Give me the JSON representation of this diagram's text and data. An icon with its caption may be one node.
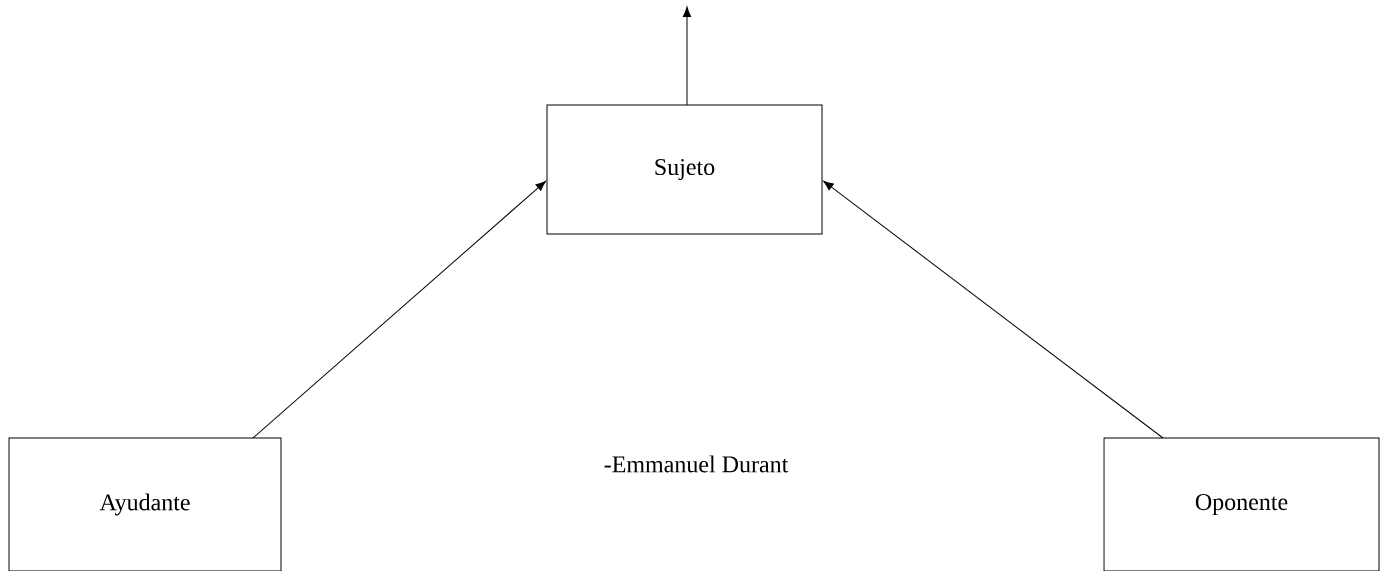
{
  "diagram": {
    "nodes": [
      {
        "text": [
          "Sujeto"
        ]
      },
      {
        "text": [
          "Ayudante"
        ]
      },
      {
        "text": [
          "Oponente"
        ]
      }
    ],
    "edges": [
      {
        "from": 0,
        "to": null,
        "arrow": "to"
      },
      {
        "from": 1,
        "to": 0,
        "arrow": "to"
      },
      {
        "from": 2,
        "to": 0,
        "arrow": "to"
      }
    ],
    "labels": [
      "-Emmanuel Durant"
    ]
  }
}
